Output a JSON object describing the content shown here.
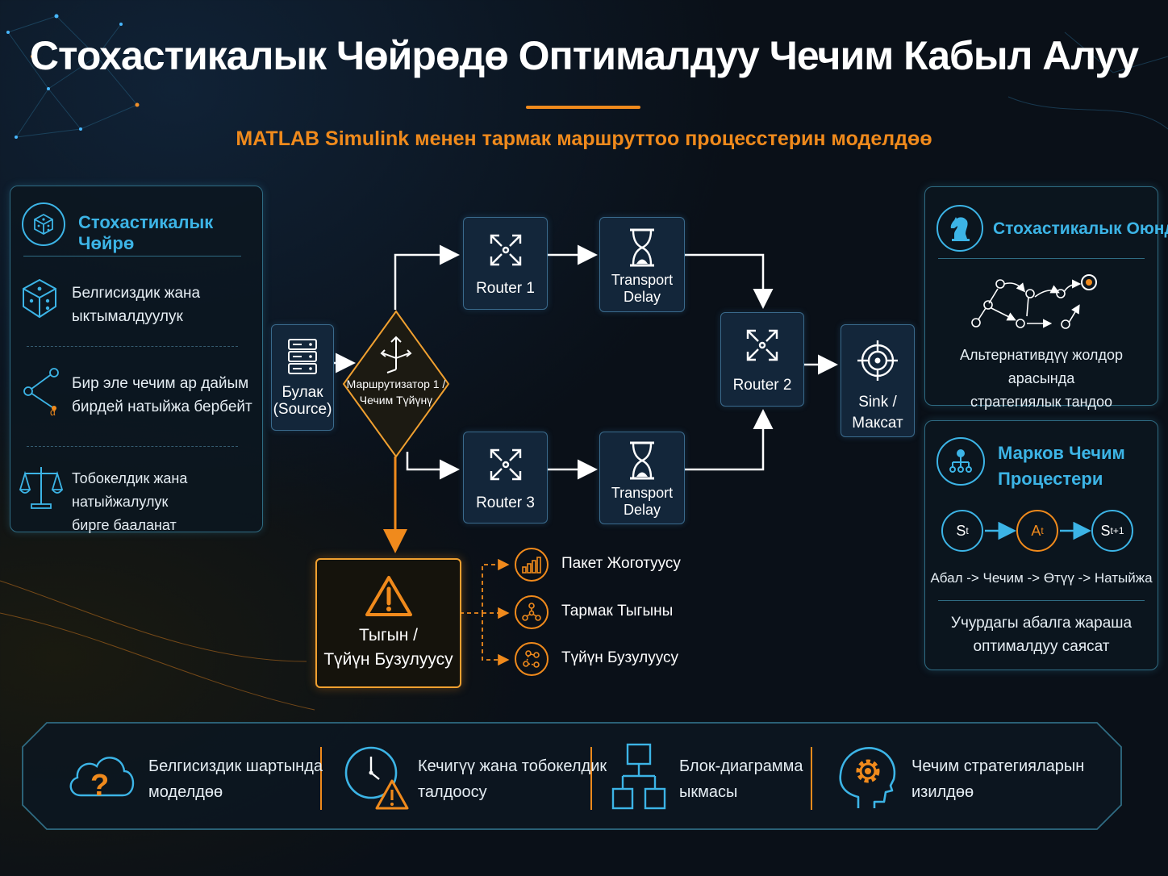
{
  "title": "Стохастикалык Чөйрөдө Оптималдуу Чечим Кабыл Алуу",
  "subtitle": "MATLAB Simulink менен тармак маршруттоо процесстерин моделдөө",
  "left_panel": {
    "title": "Стохастикалык Чөйрө",
    "items": [
      {
        "icon": "dice-icon",
        "text_1": "Белгисиздик жана",
        "text_2": "ыктымалдуулук"
      },
      {
        "icon": "branch-icon",
        "text_1": "Бир эле чечим ар дайым",
        "text_2": "бирдей натыйжа бербейт"
      },
      {
        "icon": "scales-icon",
        "text_1": "Тобокелдик жана натыйжалулук",
        "text_2": "бирге бааланат"
      }
    ]
  },
  "flow": {
    "source": {
      "line1": "Булак",
      "line2": "(Source)"
    },
    "decision": {
      "line1": "Маршрутизатор 1 /",
      "line2": "Чечим Түйүнү"
    },
    "router1": "Router 1",
    "router3": "Router 3",
    "delay_top": {
      "line1": "Transport",
      "line2": "Delay"
    },
    "delay_bottom": {
      "line1": "Transport",
      "line2": "Delay"
    },
    "router2": "Router 2",
    "sink": {
      "line1": "Sink /",
      "line2": "Максат"
    }
  },
  "fault": {
    "box": {
      "line1": "Тыгын /",
      "line2": "Түйүн Бузулуусу"
    },
    "items": [
      {
        "icon": "bar-chart-icon",
        "label": "Пакет Жоготуусу"
      },
      {
        "icon": "network-icon",
        "label": "Тармак Тыгыны"
      },
      {
        "icon": "broken-network-icon",
        "label": "Түйүн Бузулуусу"
      }
    ]
  },
  "right_top": {
    "title": "Стохастикалык Оюндар",
    "text_1": "Альтернативдүү жолдор арасында",
    "text_2": "стратегиялык тандоо"
  },
  "right_bottom": {
    "title_1": "Марков Чечим",
    "title_2": "Процестери",
    "states": [
      "S",
      "A",
      "S"
    ],
    "subs": [
      "t",
      "t",
      "t+1"
    ],
    "sequence": "Абал -> Чечим -> Өтүү -> Натыйжа",
    "text_1": "Учурдагы абалга жараша",
    "text_2": "оптималдуу саясат"
  },
  "bottom": [
    {
      "icon": "cloud-question-icon",
      "line1": "Белгисиздик шартында",
      "line2": "моделдөө"
    },
    {
      "icon": "clock-warning-icon",
      "line1": "Кечигүү жана тобокелдик",
      "line2": "талдоосу"
    },
    {
      "icon": "block-diagram-icon",
      "line1": "Блок-диаграмма",
      "line2": "ыкмасы"
    },
    {
      "icon": "head-gear-icon",
      "line1": "Чечим стратегияларын",
      "line2": "изилдөө"
    }
  ],
  "colors": {
    "accent": "#f08a1c",
    "cyan": "#3cb4e6",
    "background": "#0a1018"
  }
}
